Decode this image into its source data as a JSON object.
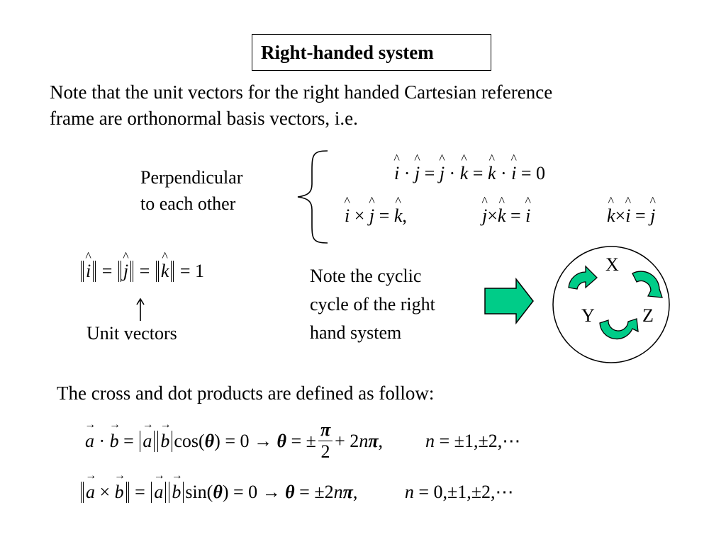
{
  "slide": {
    "title": "Right-handed system",
    "intro_line1": "Note that the unit vectors for the right handed Cartesian reference",
    "intro_line2": "frame are orthonormal basis vectors, i.e.",
    "perp_label_line1": "Perpendicular",
    "perp_label_line2": "to each other",
    "unit_vectors_label": "Unit vectors",
    "cyclic_note_line1": "Note the cyclic",
    "cyclic_note_line2": "cycle of the right",
    "cyclic_note_line3": "hand system",
    "cycle_labels": {
      "x": "X",
      "y": "Y",
      "z": "Z"
    },
    "products_intro": "The cross and dot products are defined as follow:"
  },
  "colors": {
    "arrow_fill": "#00cc88",
    "stroke": "#000000"
  },
  "icons": [
    "right-arrow-icon",
    "up-arrow-icon",
    "cyclic-arrow-icon"
  ]
}
